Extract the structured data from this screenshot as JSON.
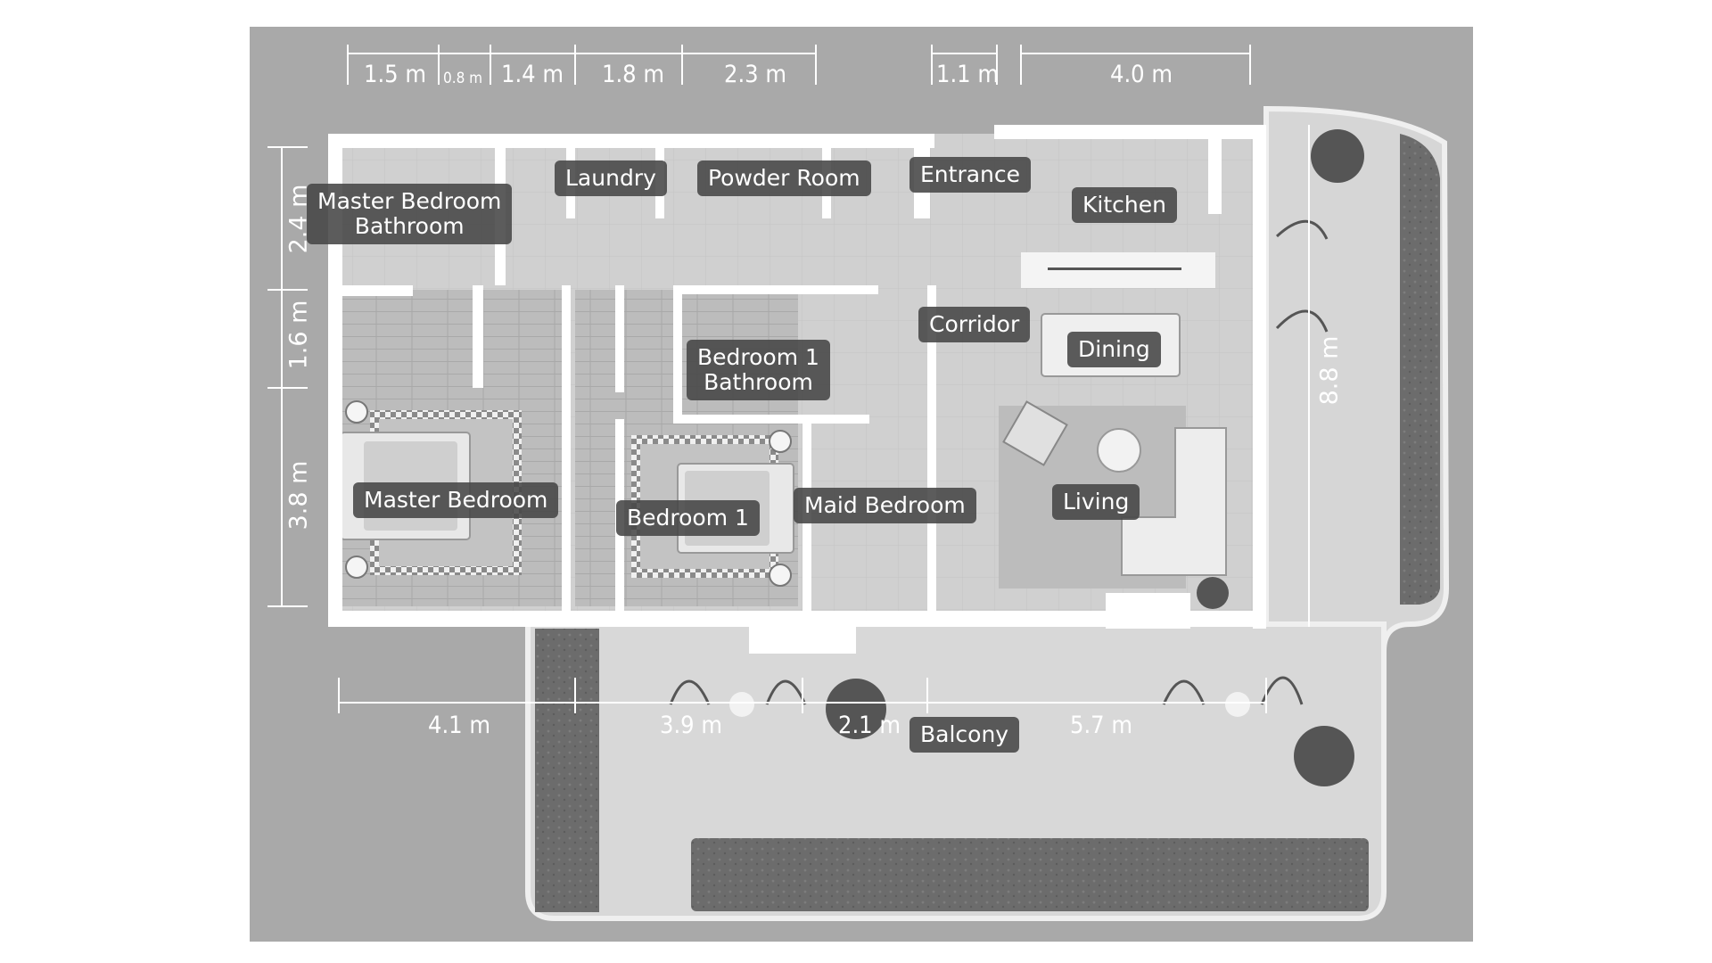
{
  "rooms": {
    "master_bathroom": "Master Bedroom\nBathroom",
    "laundry": "Laundry",
    "powder_room": "Powder Room",
    "entrance": "Entrance",
    "kitchen": "Kitchen",
    "corridor": "Corridor",
    "dining": "Dining",
    "bedroom1_bathroom": "Bedroom 1\nBathroom",
    "master_bedroom": "Master Bedroom",
    "bedroom1": "Bedroom 1",
    "maid_bedroom": "Maid Bedroom",
    "living": "Living",
    "balcony": "Balcony"
  },
  "dimensions": {
    "top": [
      "1.5 m",
      "0.8 m",
      "1.4 m",
      "1.8 m",
      "2.3 m",
      "1.1 m",
      "4.0 m"
    ],
    "left": [
      "2.4 m",
      "1.6 m",
      "3.8 m"
    ],
    "right": "8.8 m",
    "bottom": [
      "4.1 m",
      "3.9 m",
      "2.1 m",
      "5.7 m"
    ]
  },
  "colors": {
    "frame": "#a9a9a9",
    "wall": "#ffffff",
    "floor": "#d2d2d2",
    "wood": "#bdbdbd",
    "balcony": "#d9d9d9",
    "planter": "#6e6e6e",
    "label_bg": "#464646"
  }
}
